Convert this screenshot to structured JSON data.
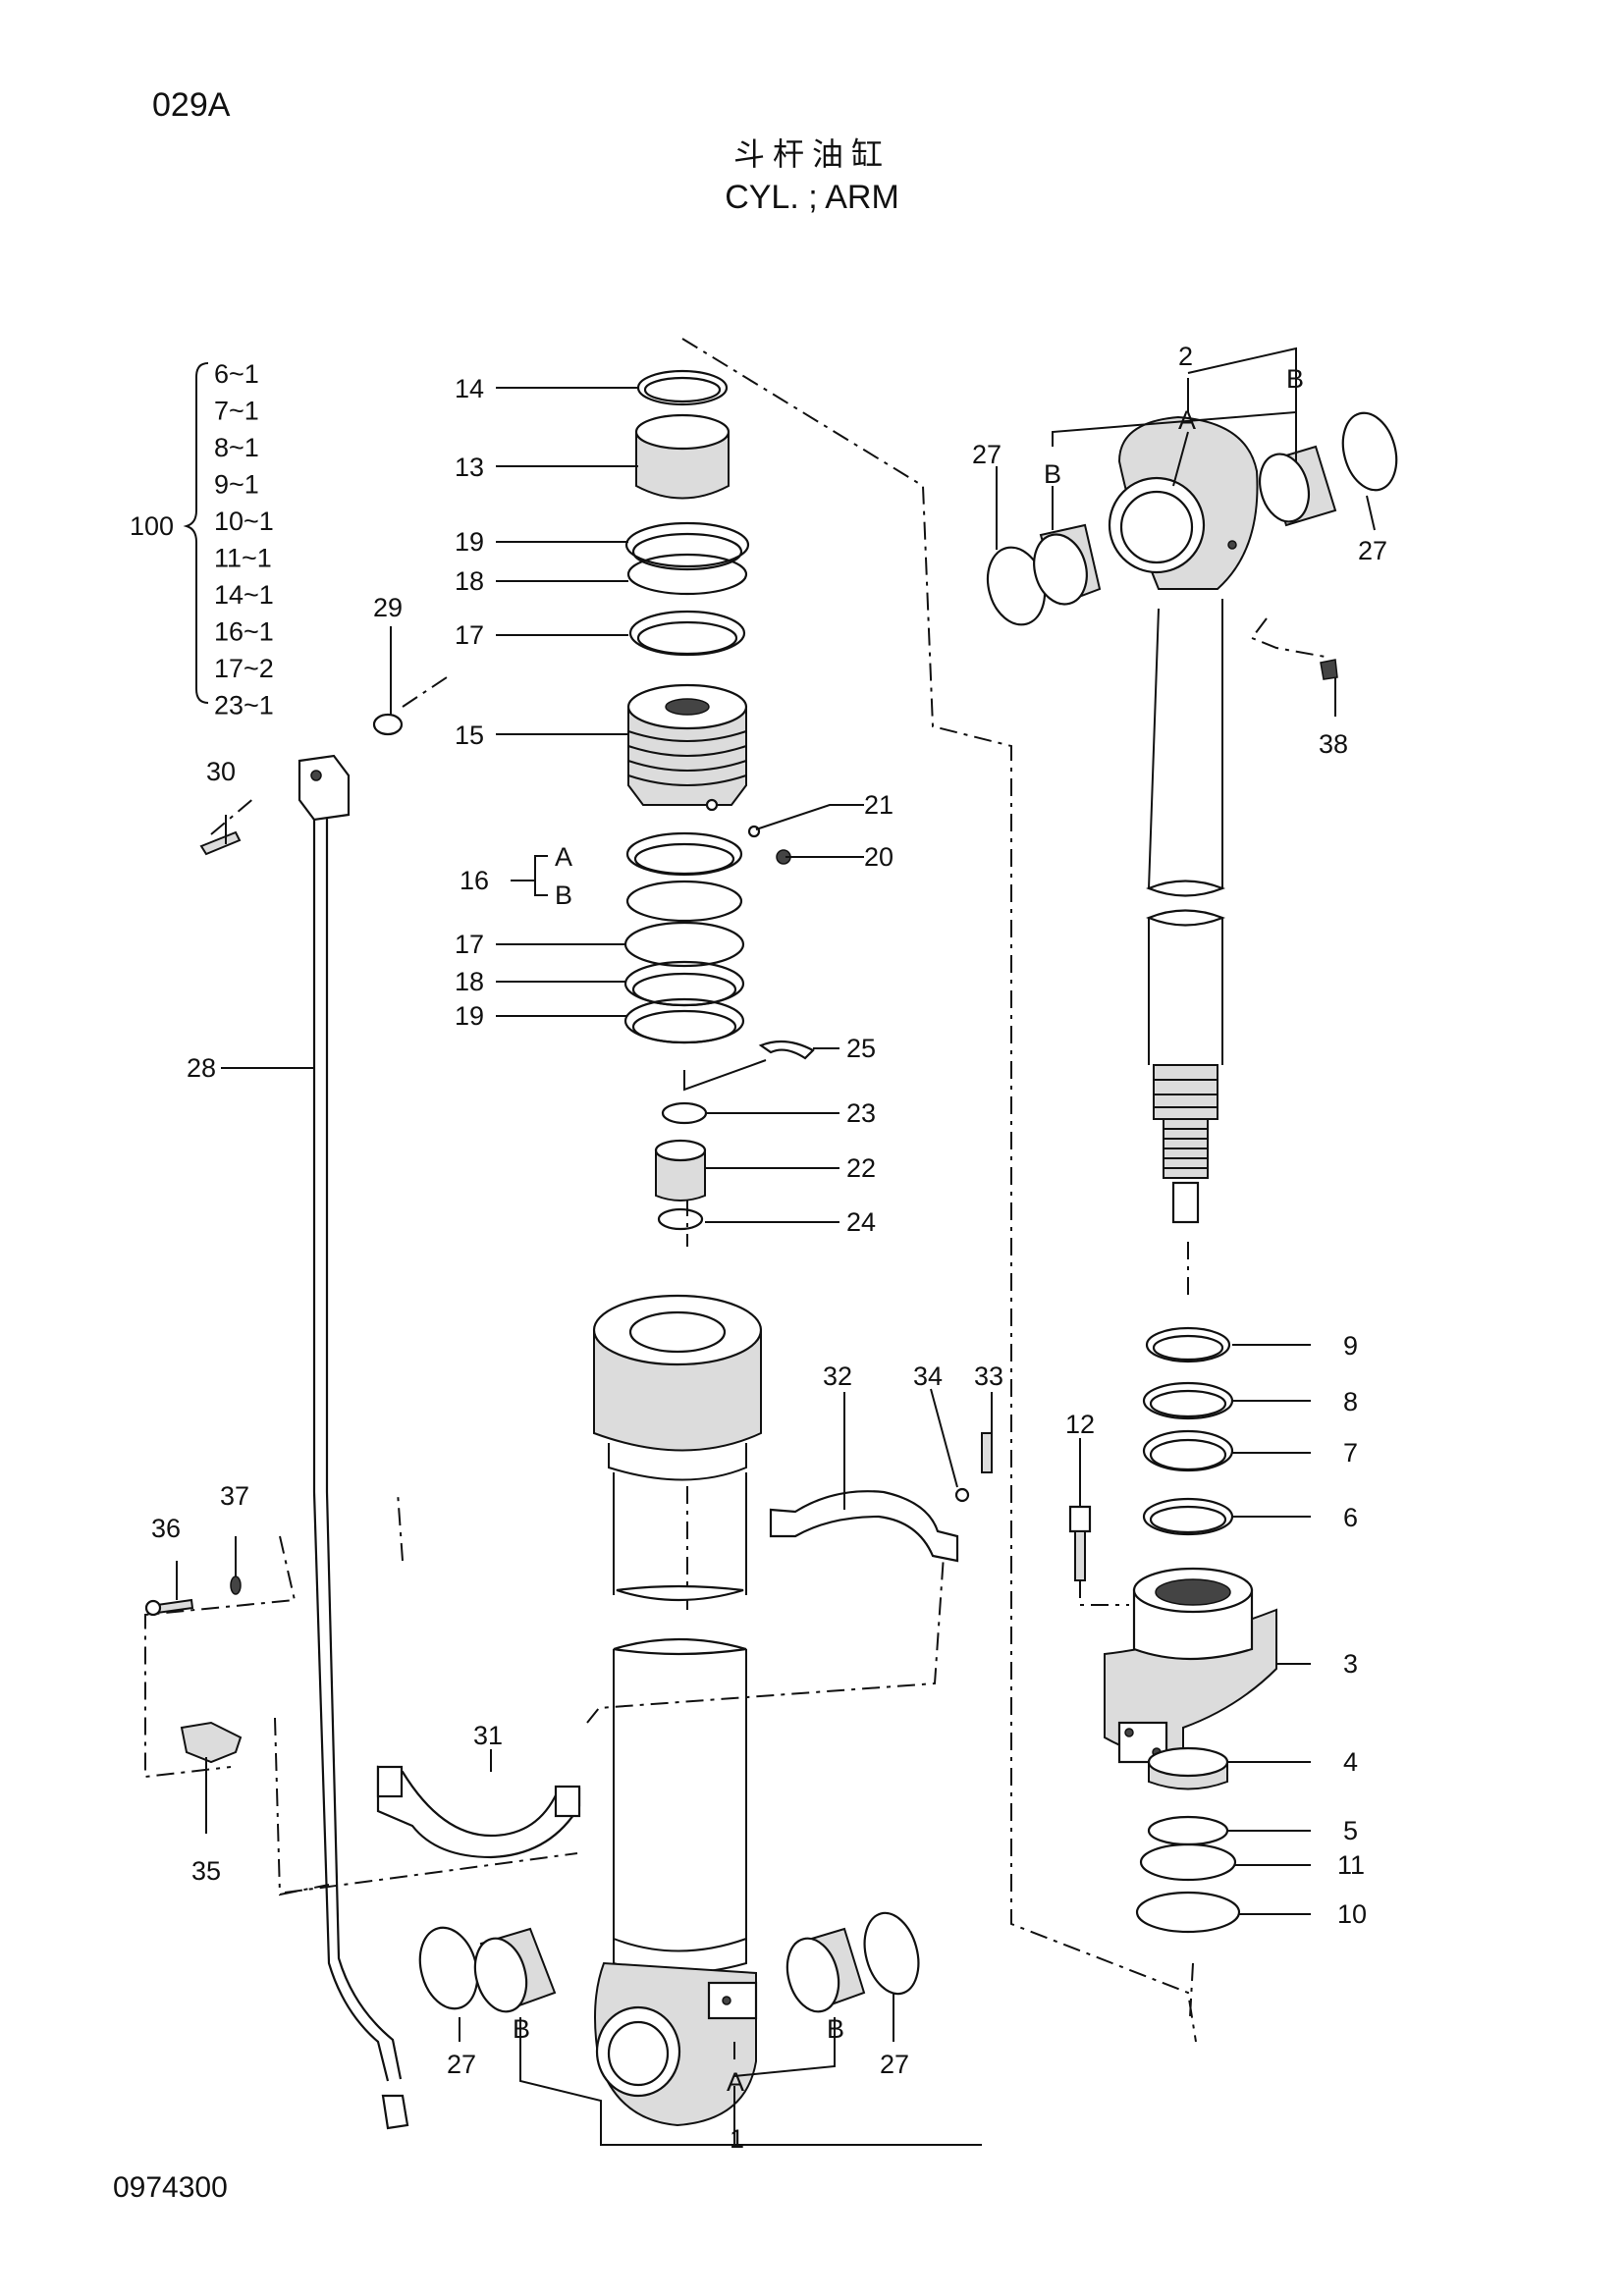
{
  "header": {
    "page_code": "029A",
    "title_cn": "斗杆油缸",
    "title_en": "CYL. ; ARM"
  },
  "footer": {
    "drawing_no": "0974300"
  },
  "kit": {
    "label": "100",
    "items": [
      "6~1",
      "7~1",
      "8~1",
      "9~1",
      "10~1",
      "11~1",
      "14~1",
      "16~1",
      "17~2",
      "23~1"
    ]
  },
  "callouts": {
    "n1": "1",
    "n2": "2",
    "n3": "3",
    "n4": "4",
    "n5": "5",
    "n6": "6",
    "n7": "7",
    "n8": "8",
    "n9": "9",
    "n10": "10",
    "n11": "11",
    "n12": "12",
    "n13": "13",
    "n14": "14",
    "n15": "15",
    "n16": "16",
    "n17": "17",
    "n18": "18",
    "n19": "19",
    "n20": "20",
    "n21": "21",
    "n22": "22",
    "n23": "23",
    "n24": "24",
    "n25": "25",
    "n27": "27",
    "n28": "28",
    "n29": "29",
    "n30": "30",
    "n31": "31",
    "n32": "32",
    "n33": "33",
    "n34": "34",
    "n35": "35",
    "n36": "36",
    "n37": "37",
    "n38": "38",
    "A": "A",
    "B": "B"
  }
}
